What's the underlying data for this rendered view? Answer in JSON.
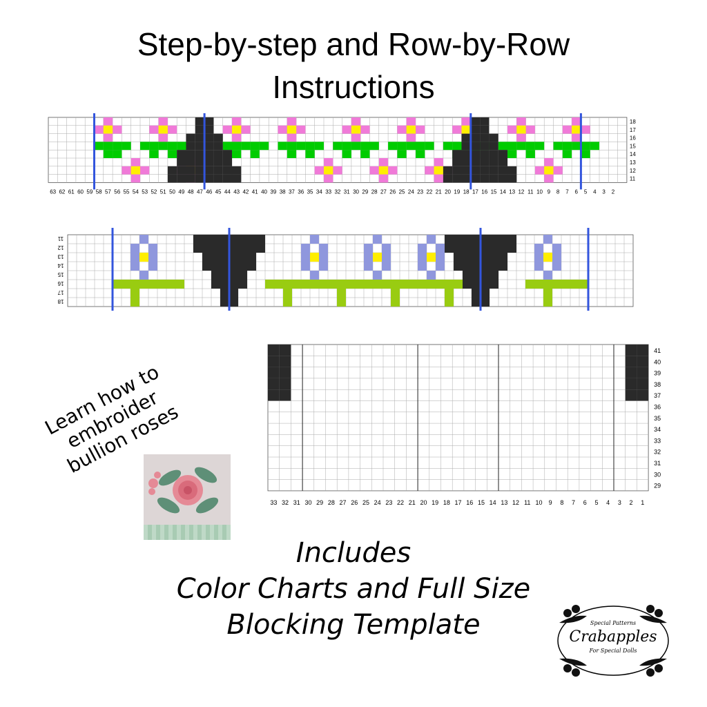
{
  "header": {
    "line1": "Step-by-step and Row-by-Row",
    "line2": "Instructions"
  },
  "callout": {
    "lines": [
      "Learn how to",
      "embroider",
      "bullion roses"
    ]
  },
  "includes": {
    "line1": "Includes",
    "line2": "Color Charts and Full Size",
    "line3": "Blocking Template"
  },
  "logo": {
    "top_text": "Special Patterns",
    "name": "Crabapples",
    "bottom_text": "For Special Dolls"
  },
  "chart_data": [
    {
      "type": "table",
      "chart": "pink flower colour chart",
      "columns": 63,
      "rows": 8,
      "row_numbers": [
        "18",
        "17",
        "16",
        "15",
        "14",
        "13",
        "12",
        "11"
      ],
      "column_numbers": [
        "63",
        "62",
        "61",
        "60",
        "59",
        "58",
        "57",
        "56",
        "55",
        "54",
        "53",
        "52",
        "51",
        "50",
        "49",
        "48",
        "47",
        "46",
        "45",
        "44",
        "43",
        "42",
        "41",
        "40",
        "39",
        "38",
        "37",
        "36",
        "35",
        "34",
        "33",
        "32",
        "31",
        "30",
        "29",
        "28",
        "27",
        "26",
        "25",
        "24",
        "23",
        "22",
        "21",
        "20",
        "19",
        "18",
        "17",
        "16",
        "15",
        "14",
        "13",
        "12",
        "11",
        "10",
        "9",
        "8",
        "7",
        "6",
        "5",
        "4",
        "3",
        "2"
      ],
      "colors": {
        "petal": "#f07ad8",
        "center": "#ffee00",
        "leaf": "#00cc00",
        "dark": "#2a2a2a",
        "divider": "#3355dd"
      }
    },
    {
      "type": "table",
      "chart": "blue flower colour chart",
      "columns": 63,
      "rows": 8,
      "row_numbers": [
        "11",
        "12",
        "13",
        "14",
        "15",
        "16",
        "17",
        "18"
      ],
      "colors": {
        "petal": "#8f97dd",
        "center": "#ffee00",
        "leaf": "#99cc11",
        "dark": "#2a2a2a",
        "divider": "#3355dd"
      }
    },
    {
      "type": "table",
      "chart": "lace chart",
      "columns": 33,
      "rows": 13,
      "row_numbers": [
        "41",
        "40",
        "39",
        "38",
        "37",
        "36",
        "35",
        "34",
        "33",
        "32",
        "31",
        "30",
        "29"
      ],
      "column_numbers": [
        "33",
        "32",
        "31",
        "30",
        "29",
        "28",
        "27",
        "26",
        "25",
        "24",
        "23",
        "22",
        "21",
        "20",
        "19",
        "18",
        "17",
        "16",
        "15",
        "14",
        "13",
        "12",
        "11",
        "10",
        "9",
        "8",
        "7",
        "6",
        "5",
        "4",
        "3",
        "2",
        "1"
      ],
      "colors": {
        "dark": "#2a2a2a"
      }
    }
  ]
}
